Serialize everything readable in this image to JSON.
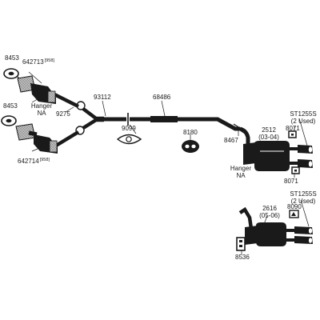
{
  "colors": {
    "ink": "#1a1a1a",
    "paper": "#ffffff"
  },
  "labels": {
    "p8453_top": "8453",
    "p642713": "642713",
    "p642713_sup": "[958]",
    "hanger_left_1": "Hanger",
    "hanger_left_2": "NA",
    "p8453_bottom": "8453",
    "p9275": "9275",
    "p642714": "642714",
    "p642714_sup": "[958]",
    "p93112": "93112",
    "p68486": "68486",
    "p9099": "9099",
    "p8180": "8180",
    "p8467": "8467",
    "p2512": "2512",
    "p2512_years": "(03-04)",
    "p8071_top": "8071",
    "st1255s_top": "ST1255S",
    "st1255s_top_note": "(2 Used)",
    "hanger_right_1": "Hanger",
    "hanger_right_2": "NA",
    "p8071_bottom": "8071",
    "st1255s_bottom": "ST1255S",
    "st1255s_bottom_note": "(2 Used)",
    "p8090": "8090",
    "p2616": "2616",
    "p2616_years": "(05-06)",
    "p8536": "8536"
  }
}
